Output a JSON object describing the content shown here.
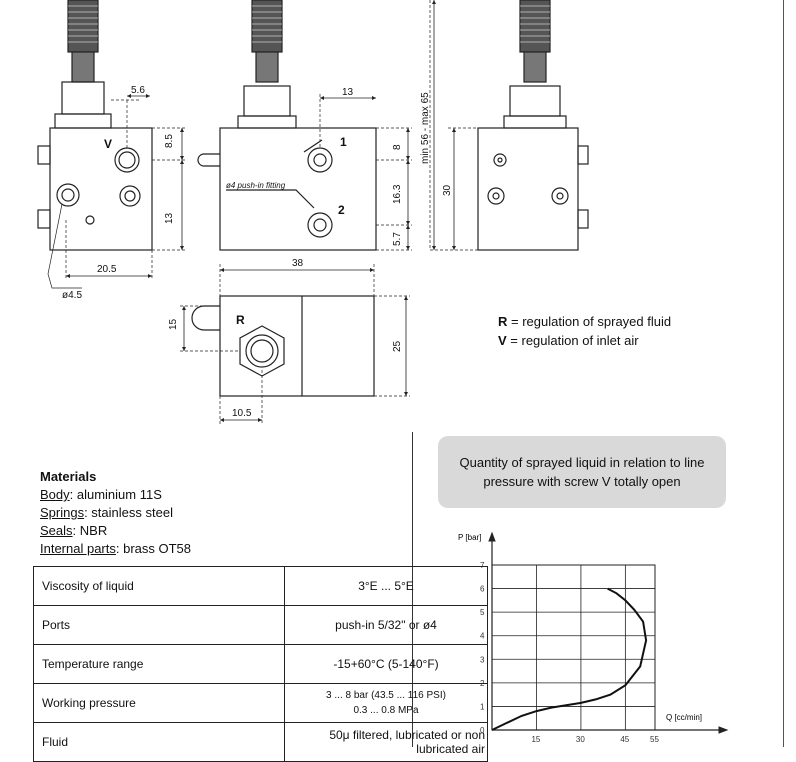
{
  "dimensions": {
    "d56": "5.6",
    "d85": "8.5",
    "d13a": "13",
    "d205": "20.5",
    "d45": "ø4.5",
    "d13b": "13",
    "d8": "8",
    "d163": "16.3",
    "d57": "5.7",
    "dmin": "min 56 - max 65",
    "d30": "30",
    "d38": "38",
    "d15": "15",
    "d25": "25",
    "d105": "10.5",
    "pushin": "ø4 push-in fitting",
    "port1": "1",
    "port2": "2",
    "portV": "V",
    "portR": "R"
  },
  "legend": {
    "r_key": "R",
    "r_text": "= regulation of sprayed fluid",
    "v_key": "V",
    "v_text": "= regulation of inlet air"
  },
  "materials": {
    "title": "Materials",
    "rows": [
      {
        "label": "Body",
        "value": ": aluminium 11S"
      },
      {
        "label": "Springs",
        "value": ": stainless steel"
      },
      {
        "label": "Seals",
        "value": ": NBR"
      },
      {
        "label": "Internal parts",
        "value": ": brass OT58"
      }
    ]
  },
  "specs": [
    {
      "label": "Viscosity of liquid",
      "value": "3°E ... 5°E"
    },
    {
      "label": "Ports",
      "value": "push-in 5/32\" or ø4"
    },
    {
      "label": "Temperature range",
      "value": "-15+60°C (5-140°F)"
    },
    {
      "label": "Working pressure",
      "value": "3 ... 8 bar (43.5 ... 116 PSI)",
      "value2": "0.3 ... 0.8 MPa"
    },
    {
      "label": "Fluid",
      "value": "50μ filtered, lubricated or non lubricated air"
    }
  ],
  "chart_title": "Quantity of sprayed liquid in relation to line pressure with screw V totally open",
  "chart_data": {
    "type": "line",
    "xlabel": "Q [cc/min]",
    "ylabel": "P [bar]",
    "x_ticks": [
      15,
      30,
      45,
      55
    ],
    "y_ticks": [
      0,
      1,
      2,
      3,
      4,
      5,
      6,
      7
    ],
    "xlim": [
      0,
      55
    ],
    "ylim": [
      0,
      7
    ],
    "series": [
      {
        "x": [
          0,
          5,
          10,
          15,
          20,
          25,
          30,
          35,
          40,
          45,
          50,
          52,
          51,
          48,
          45,
          42,
          39
        ],
        "y": [
          0,
          0.3,
          0.6,
          0.8,
          0.95,
          1.05,
          1.15,
          1.3,
          1.5,
          1.9,
          2.7,
          3.8,
          4.6,
          5.1,
          5.5,
          5.8,
          6.0
        ]
      }
    ]
  }
}
